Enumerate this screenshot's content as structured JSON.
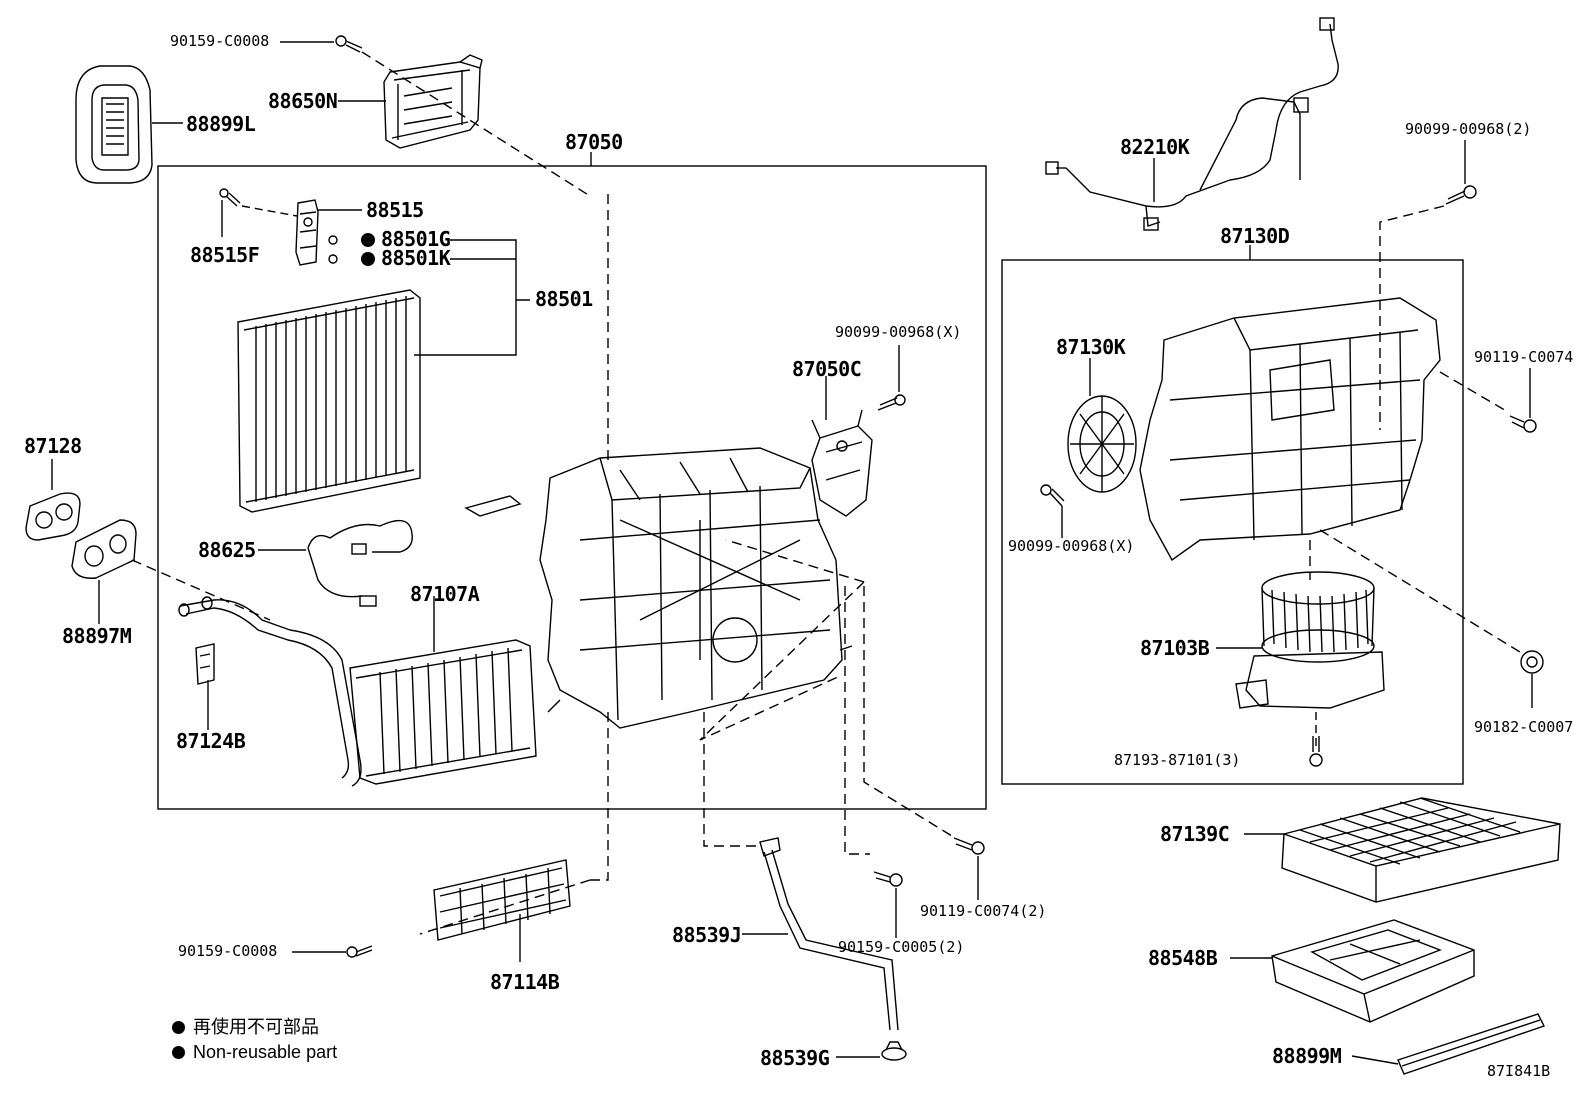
{
  "frame_main_label": "87050",
  "frame_blower_label": "87130D",
  "parts": {
    "p90159_c0008_top": "90159-C0008",
    "p88650n": "88650N",
    "p88899l": "88899L",
    "p88515": "88515",
    "p88515f": "88515F",
    "p88501g": "88501G",
    "p88501k": "88501K",
    "p88501": "88501",
    "p87128": "87128",
    "p88897m": "88897M",
    "p88625": "88625",
    "p87107a": "87107A",
    "p87124b": "87124B",
    "p90099_x_mid": "90099-00968(X)",
    "p87050c": "87050C",
    "p82210k": "82210K",
    "p90099_2": "90099-00968(2)",
    "p87130k": "87130K",
    "p90119_c0074": "90119-C0074",
    "p90099_x_blower": "90099-00968(X)",
    "p87103b": "87103B",
    "p90182_c0007": "90182-C0007",
    "p87193": "87193-87101(3)",
    "p87139c": "87139C",
    "p90119_c0074_2": "90119-C0074(2)",
    "p90159_c0005_2": "90159-C0005(2)",
    "p88539j": "88539J",
    "p90159_c0008_bottom": "90159-C0008",
    "p87114b": "87114B",
    "p88548b": "88548B",
    "p88539g": "88539G",
    "p88899m": "88899M"
  },
  "legend": {
    "line1": "再使用不可部品",
    "line2": "Non-reusable part"
  },
  "diagram_code": "87I841B"
}
